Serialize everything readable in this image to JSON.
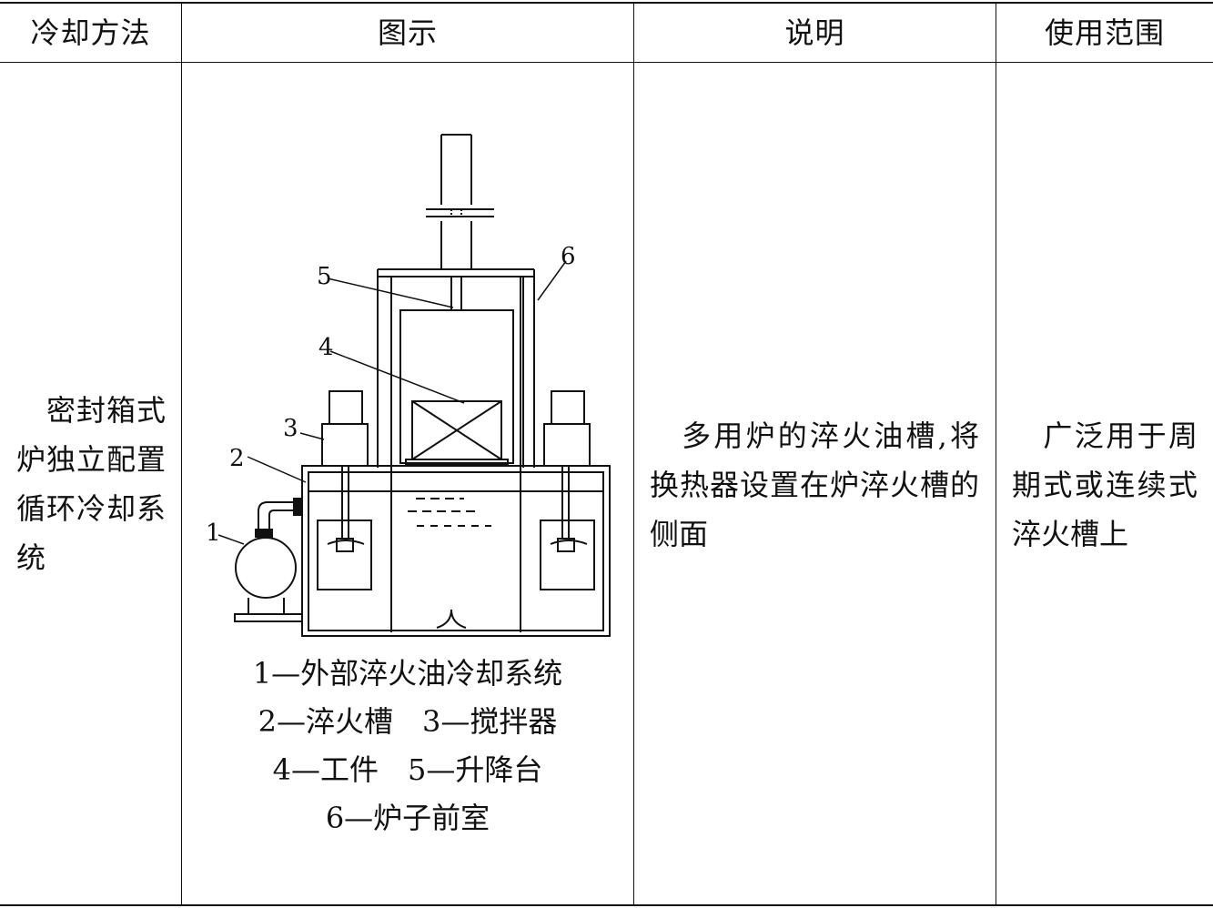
{
  "headers": {
    "method": "冷却方法",
    "diagram": "图示",
    "description": "说明",
    "usage": "使用范围"
  },
  "row": {
    "method": "密封箱式炉独立配置循环冷却系统",
    "description": "多用炉的淬火油槽,将换热器设置在炉淬火槽的侧面",
    "usage": "广泛用于周期式或连续式淬火槽上"
  },
  "diagram": {
    "callouts": [
      "1",
      "2",
      "3",
      "4",
      "5",
      "6"
    ],
    "legend": [
      "1—外部淬火油冷却系统",
      "2—淬火槽　3—搅拌器",
      "4—工件　5—升降台",
      "6—炉子前室"
    ]
  }
}
